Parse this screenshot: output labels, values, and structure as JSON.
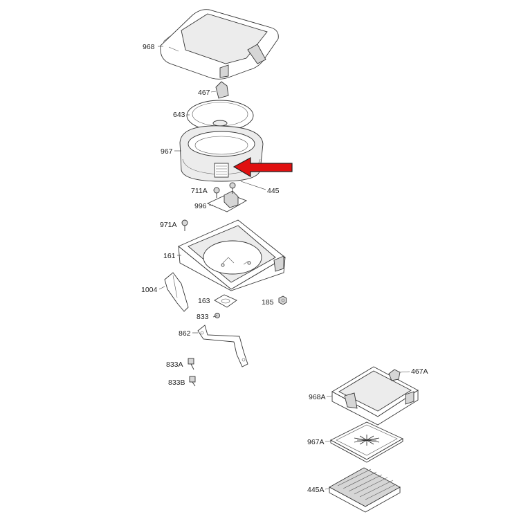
{
  "labels": {
    "p968": "968",
    "p467": "467",
    "p643": "643",
    "p967": "967",
    "p711a": "711A",
    "p445": "445",
    "p996": "996",
    "p971a": "971A",
    "p161": "161",
    "p1004": "1004",
    "p163": "163",
    "p185": "185",
    "p833": "833",
    "p862": "862",
    "p833a": "833A",
    "p833b": "833B",
    "p467a": "467A",
    "p968a": "968A",
    "p967a": "967A",
    "p445a": "445A"
  },
  "colors": {
    "arrow": "#e01010",
    "line": "#333333",
    "background": "#ffffff"
  }
}
